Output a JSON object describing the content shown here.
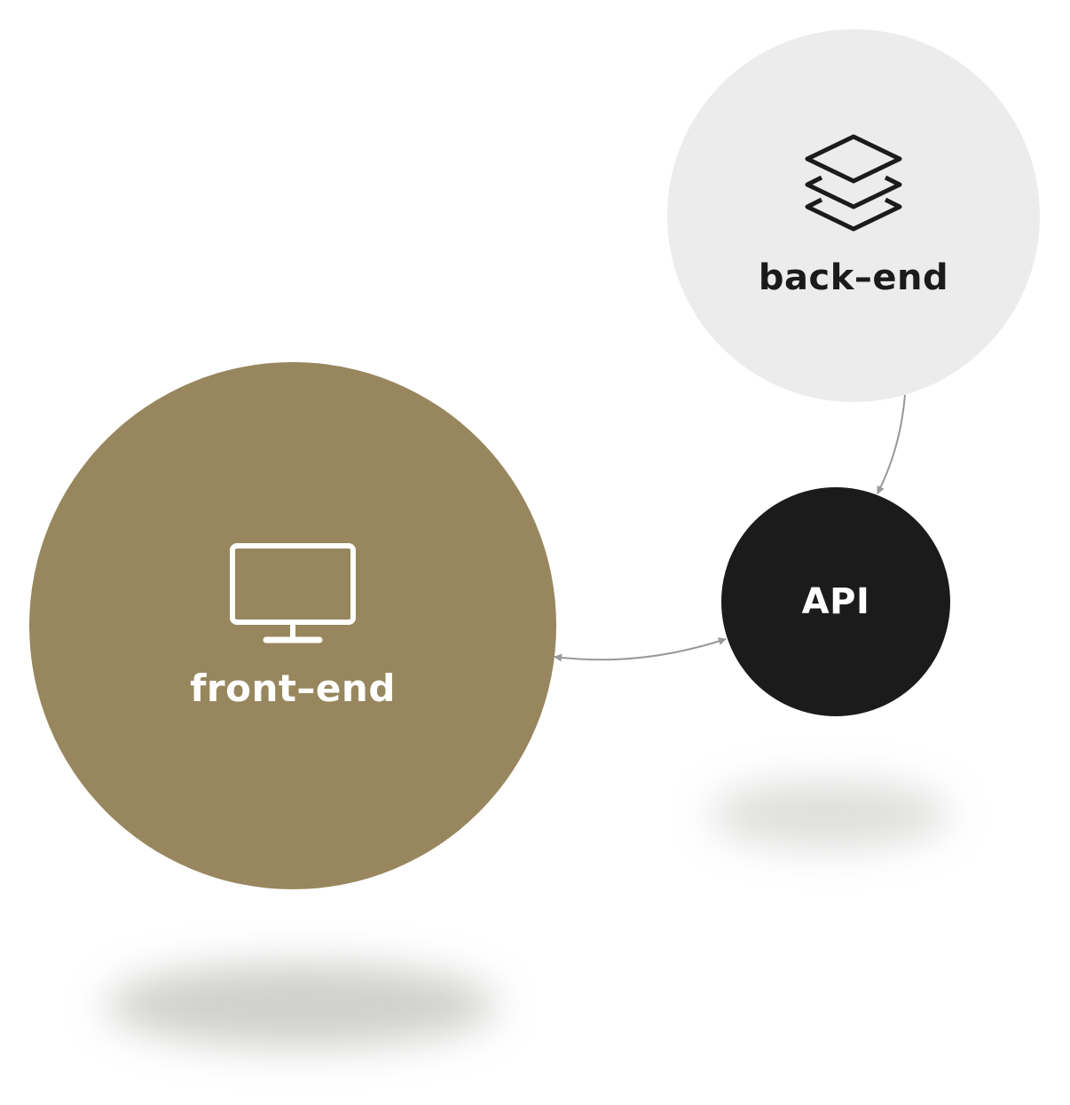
{
  "colors": {
    "front_end": "#98875e",
    "back_end": "#ececec",
    "api": "#1c1b1c",
    "connector": "#999999",
    "front_end_text": "#ffffff",
    "back_end_text": "#1c1b1c",
    "api_text": "#ffffff"
  },
  "nodes": {
    "front_end": {
      "label": "front–end",
      "icon": "monitor-icon"
    },
    "back_end": {
      "label": "back–end",
      "icon": "layers-icon"
    },
    "api": {
      "label": "API"
    }
  },
  "edges": [
    {
      "from": "back_end",
      "to": "api",
      "direction": "one-way"
    },
    {
      "from": "front_end",
      "to": "api",
      "direction": "two-way"
    }
  ]
}
